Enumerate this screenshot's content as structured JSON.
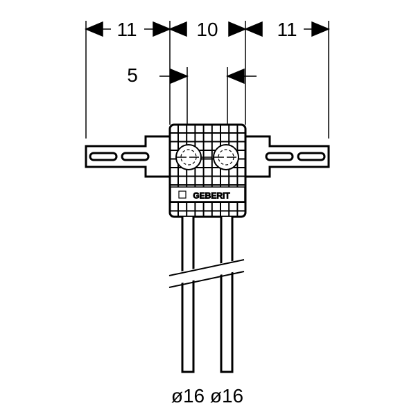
{
  "dimensions": {
    "left_width": "11",
    "center_width": "10",
    "right_width": "11",
    "offset": "5"
  },
  "brand_label": "GEBERIT",
  "pipes": {
    "left_diameter": "ø16",
    "right_diameter": "ø16"
  },
  "colors": {
    "line": "#000000",
    "background": "#ffffff"
  }
}
